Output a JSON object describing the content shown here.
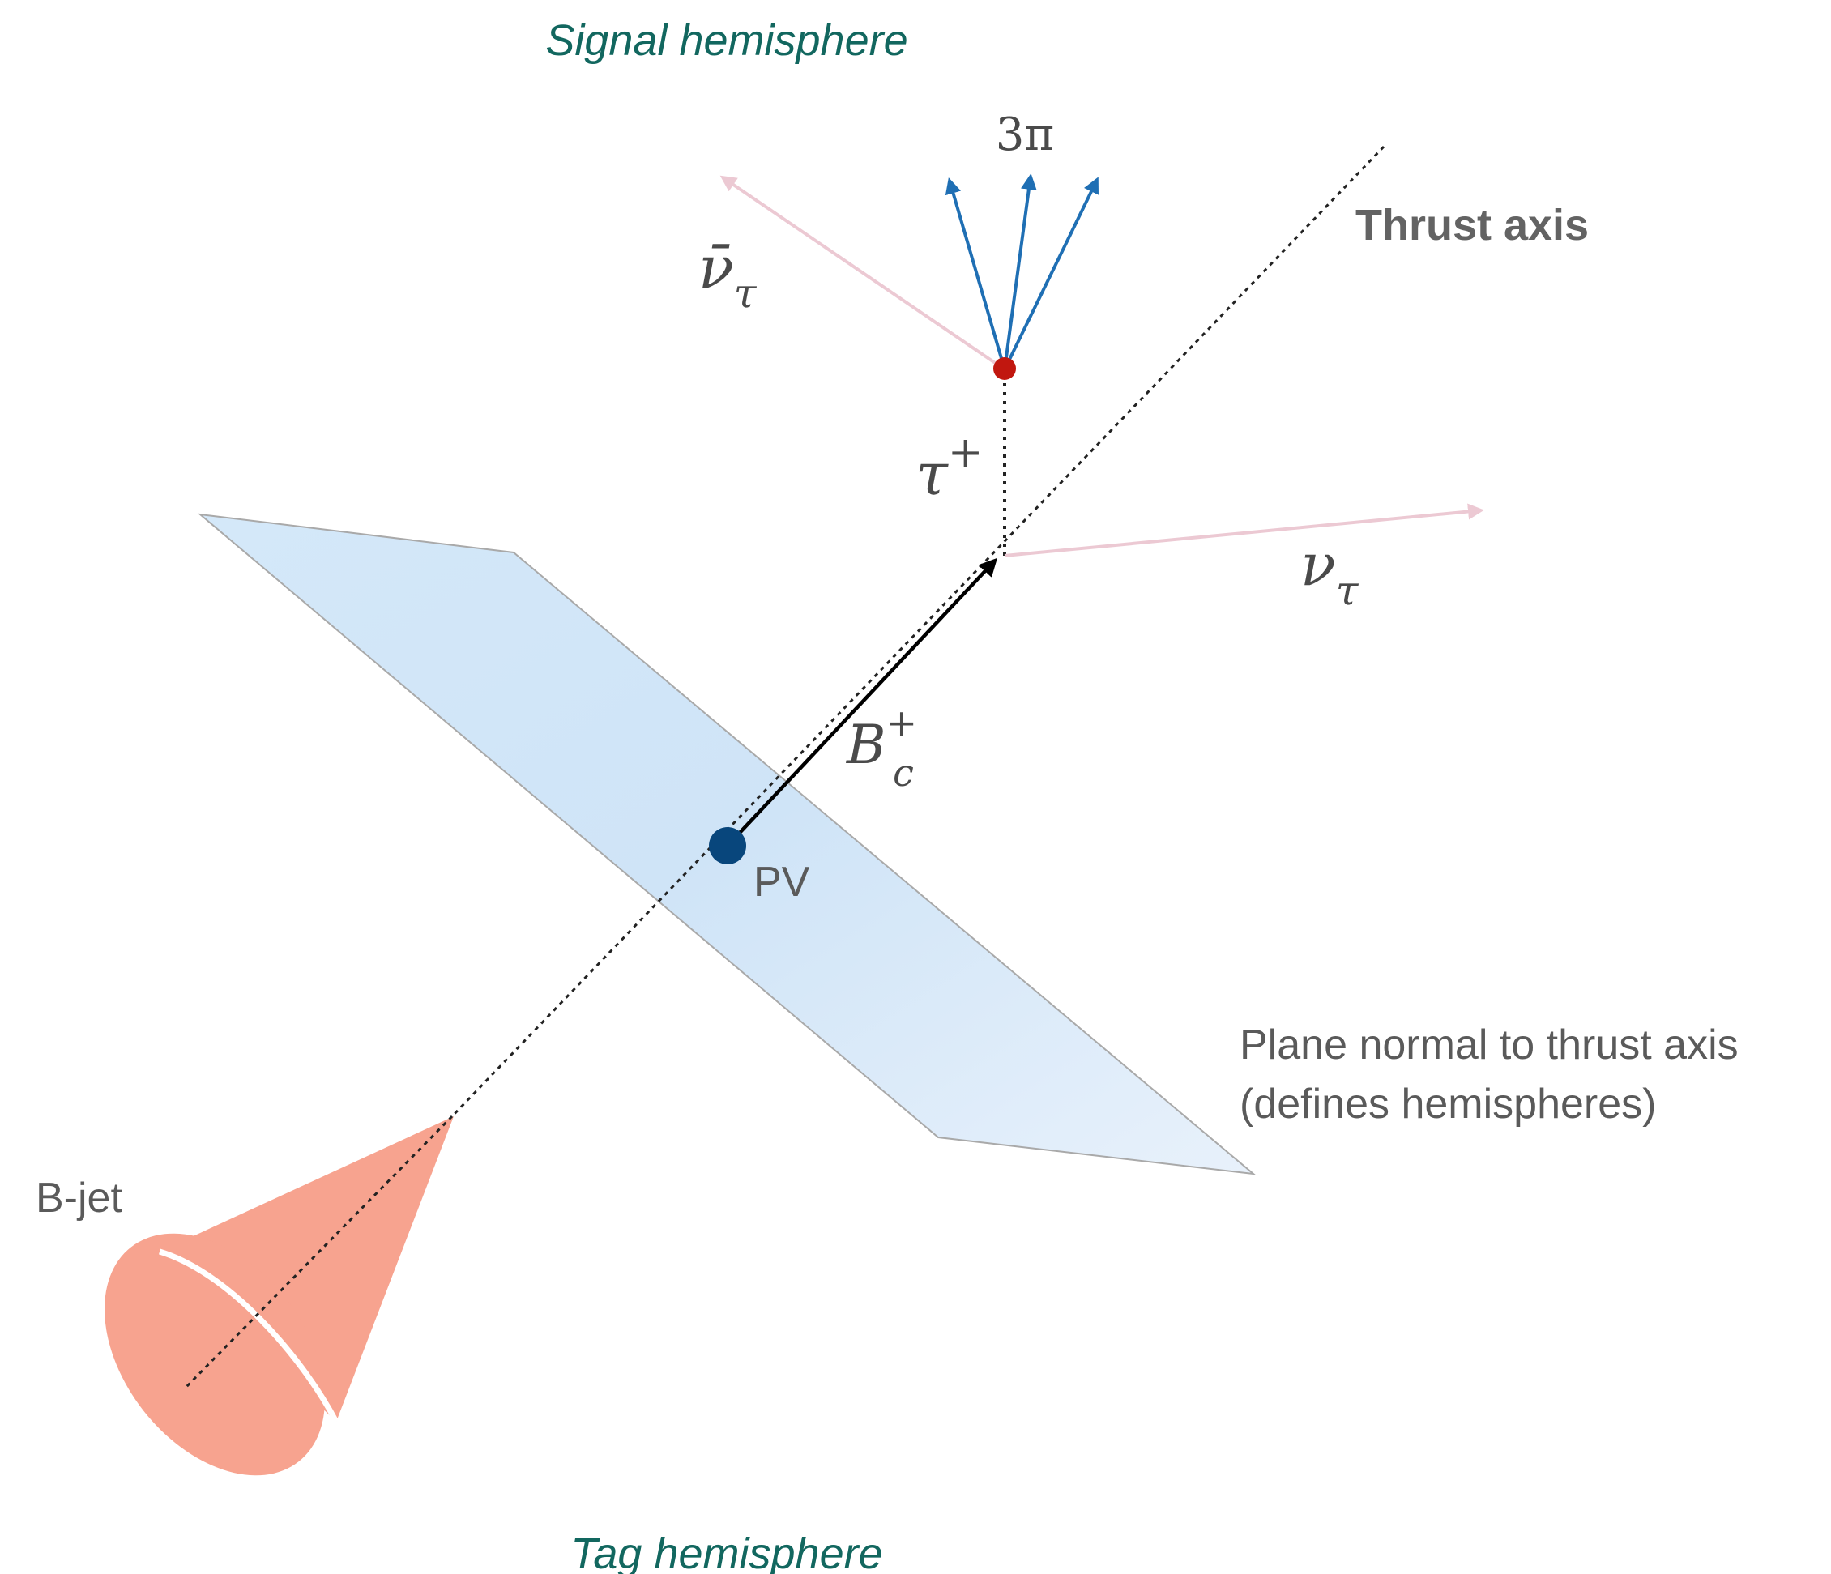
{
  "hemispheres": {
    "signal": "Signal hemisphere",
    "tag": "Tag hemisphere"
  },
  "axis": {
    "thrust": "Thrust axis"
  },
  "particles": {
    "three_pi": "3π",
    "nu_bar_base": "ν̄",
    "nu_bar_sub": "τ",
    "nu_base": "ν",
    "nu_sub": "τ",
    "tau_base": "τ",
    "tau_sup": "+",
    "bc_base": "B",
    "bc_sub": "c",
    "bc_sup": "+"
  },
  "points": {
    "primary_vertex": "PV"
  },
  "plane": {
    "line1": "Plane normal to thrust axis",
    "line2": "(defines hemispheres)"
  },
  "jet": {
    "label": "B-jet"
  },
  "colors": {
    "hemisphere_text": "#12675f",
    "label_gray": "#5a5a5a",
    "thrust_label": "#636363",
    "pion_arrow": "#1f6fb4",
    "neutrino_arrow": "#ecc9d3",
    "decay_vertex": "#c1170f",
    "primary_vertex": "#08467c",
    "cone_fill": "#f7a38f",
    "plane_fill": "#d7e9fa",
    "plane_edge": "#a9a9a9"
  }
}
